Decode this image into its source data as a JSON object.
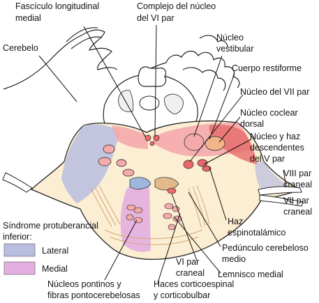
{
  "labels": {
    "fasciculo": [
      "Fascículo longitudinal",
      "medial"
    ],
    "complejo": [
      "Complejo del núcleo",
      "del VI par"
    ],
    "cerebelo": [
      "Cerebelo"
    ],
    "nucleo_vestibular": [
      "Núcleo",
      "vestibular"
    ],
    "cuerpo_restiforme": [
      "Cuerpo restiforme"
    ],
    "nucleo_vii": [
      "Núcleo del VII par"
    ],
    "nucleo_coclear": [
      "Núcleo coclear",
      "dorsal"
    ],
    "nucleo_haz_v": [
      "Núcleo y haz",
      "descendentes",
      "del V par"
    ],
    "viii_par": [
      "VIII par",
      "craneal"
    ],
    "vii_par": [
      "VII par",
      "craneal"
    ],
    "haz_espino": [
      "Haz",
      "espinotalámico"
    ],
    "peduncolo": [
      "Pedúnculo cerebeloso",
      "medio"
    ],
    "lemnisco": [
      "Lemnisco medial"
    ],
    "vi_par": [
      "VI par",
      "craneal"
    ],
    "haces_cortico": [
      "Haces corticoespinal",
      "y corticobulbar"
    ],
    "nucleos_pontinos": [
      "Núcleos pontinos y",
      "fibras pontocerebelosas"
    ]
  },
  "legend": {
    "title": [
      "Síndrome protuberancial",
      "inferior:"
    ],
    "items": [
      {
        "label": "Lateral",
        "color": "#b9bde0"
      },
      {
        "label": "Medial",
        "color": "#e3aee0"
      }
    ]
  },
  "colors": {
    "pons_fill": "#fbeed2",
    "pink_region": "#f4a9ab",
    "red_nucleus": "#e86a6a",
    "orange_nucleus": "#f2b48a",
    "tan_tract": "#e2b98a",
    "blue_nucleus": "#9fb6de"
  }
}
